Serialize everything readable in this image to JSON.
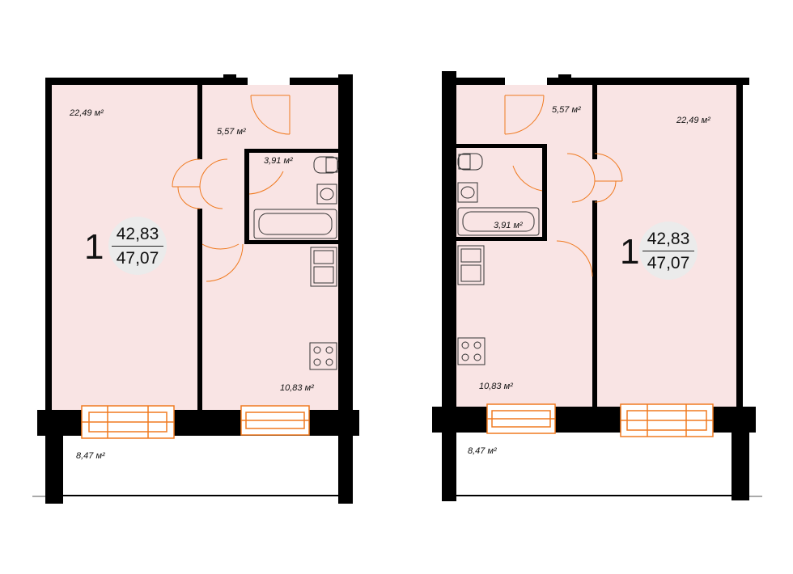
{
  "plans": [
    {
      "side": "left",
      "rooms_count": "1",
      "area_living": "42,83",
      "area_total": "47,07",
      "rooms": {
        "living": "22,49 м²",
        "hall": "5,57 м²",
        "bath": "3,91 м²",
        "kitchen": "10,83 м²",
        "balcony": "8,47 м²"
      }
    },
    {
      "side": "right",
      "rooms_count": "1",
      "area_living": "42,83",
      "area_total": "47,07",
      "rooms": {
        "living": "22,49 м²",
        "hall": "5,57 м²",
        "bath": "3,91 м²",
        "kitchen": "10,83 м²",
        "balcony": "8,47 м²"
      }
    }
  ],
  "colors": {
    "room_fill": "#f9e4e4",
    "wall": "#000000",
    "door_window": "#f07a20",
    "badge": "#ebebeb"
  }
}
